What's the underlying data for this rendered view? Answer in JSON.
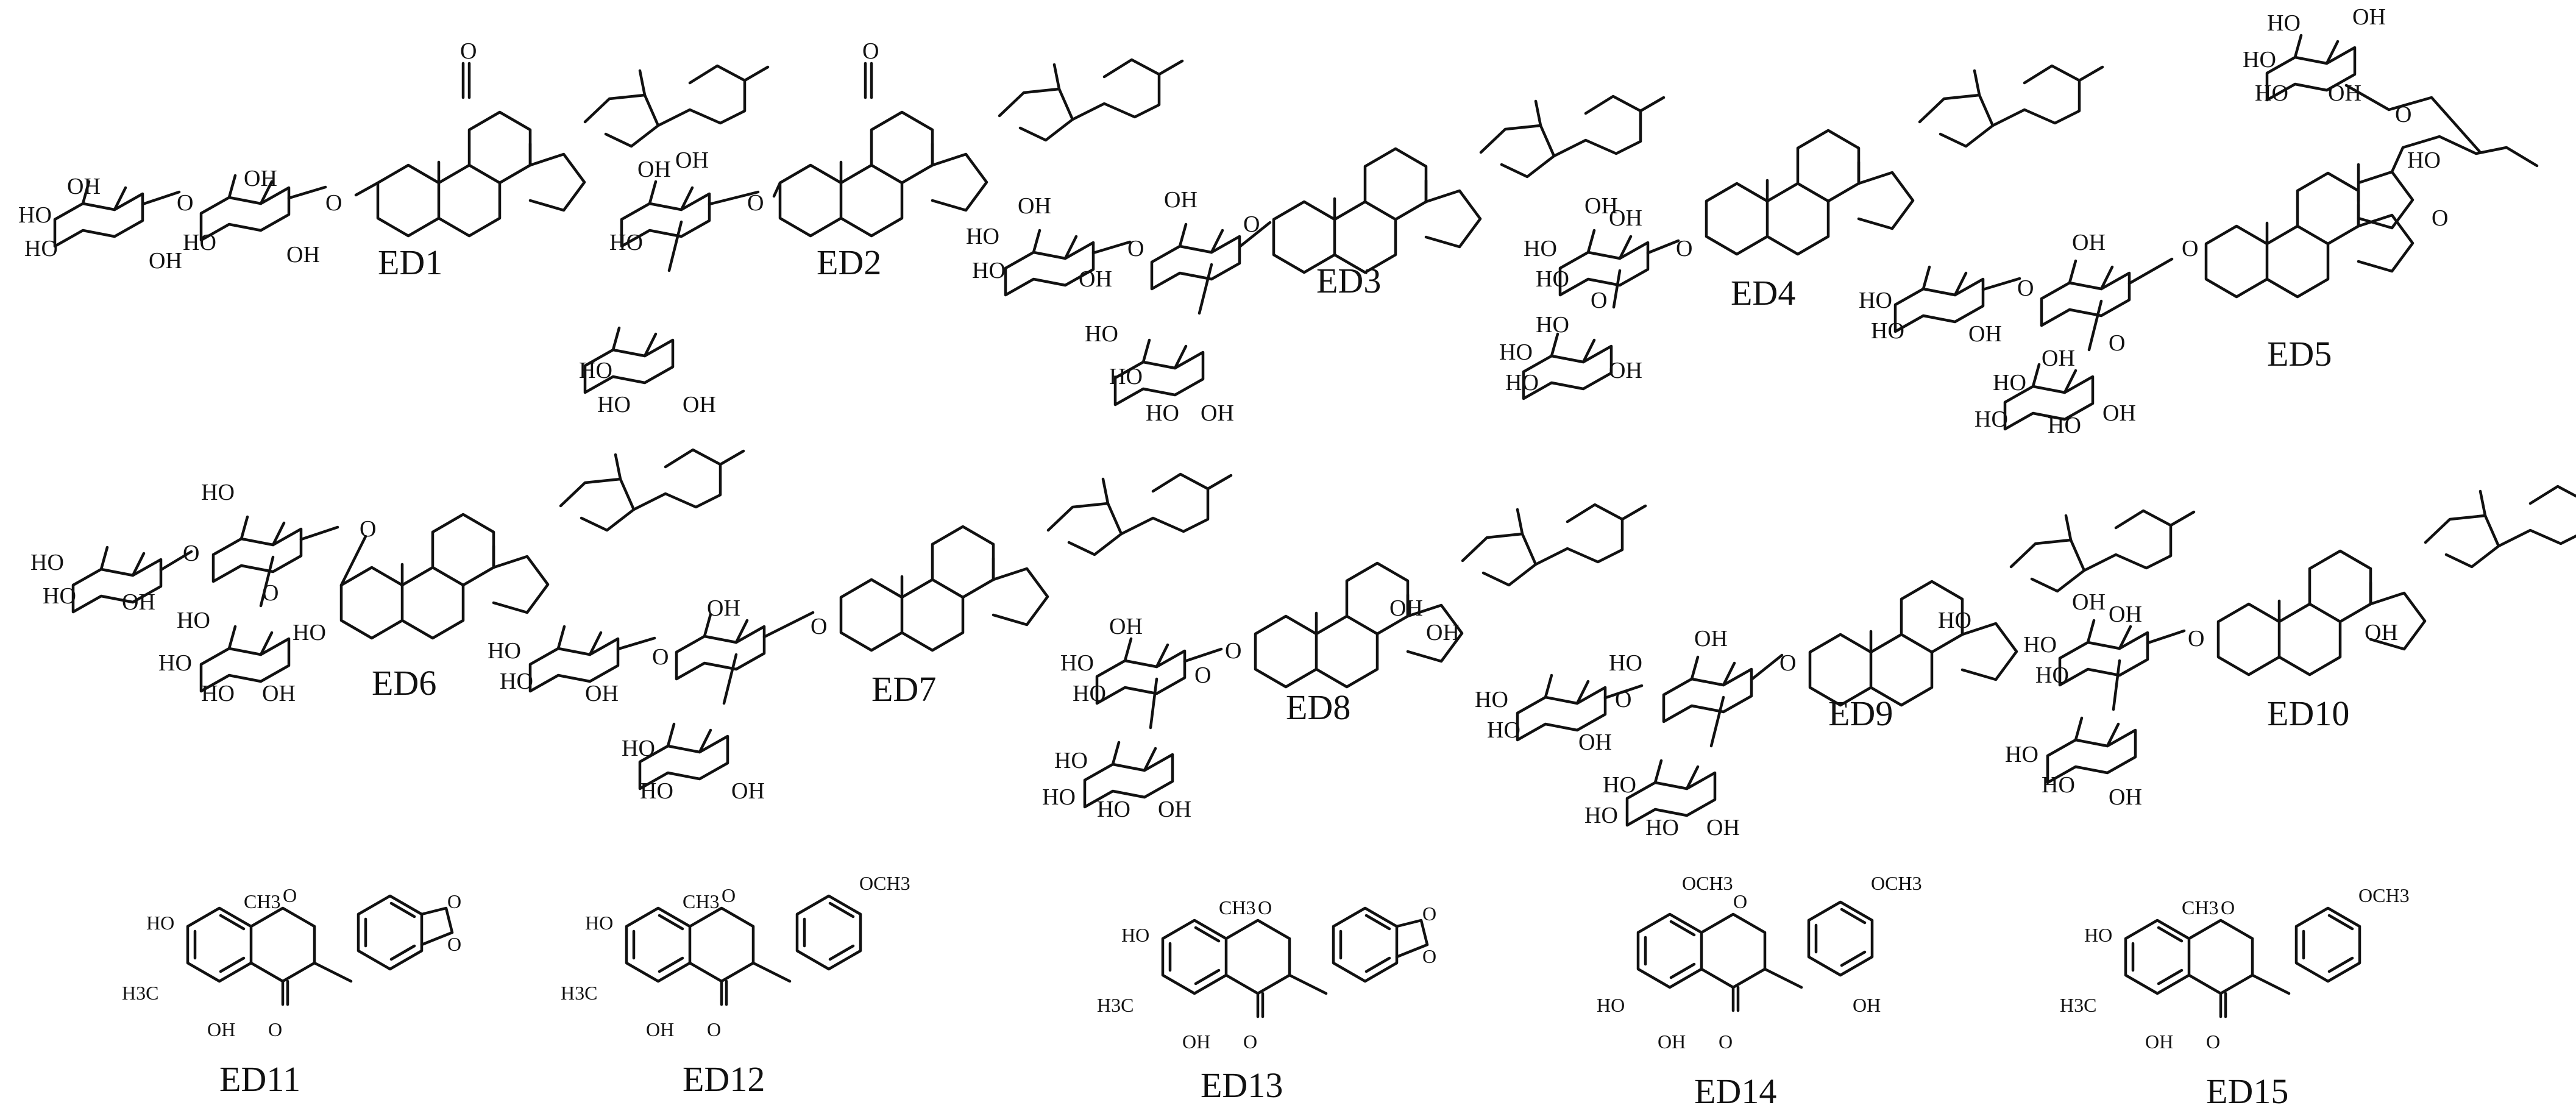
{
  "compounds": [
    {
      "id": "ED1"
    },
    {
      "id": "ED2"
    },
    {
      "id": "ED3"
    },
    {
      "id": "ED4"
    },
    {
      "id": "ED5"
    },
    {
      "id": "ED6"
    },
    {
      "id": "ED7"
    },
    {
      "id": "ED8"
    },
    {
      "id": "ED9"
    },
    {
      "id": "ED10"
    },
    {
      "id": "ED11"
    },
    {
      "id": "ED12"
    },
    {
      "id": "ED13"
    },
    {
      "id": "ED14"
    },
    {
      "id": "ED15"
    }
  ],
  "atom_labels": {
    "oh": "OH",
    "ho": "HO",
    "o": "O",
    "ch3": "CH3",
    "h3c": "H3C",
    "och3": "OCH3"
  }
}
